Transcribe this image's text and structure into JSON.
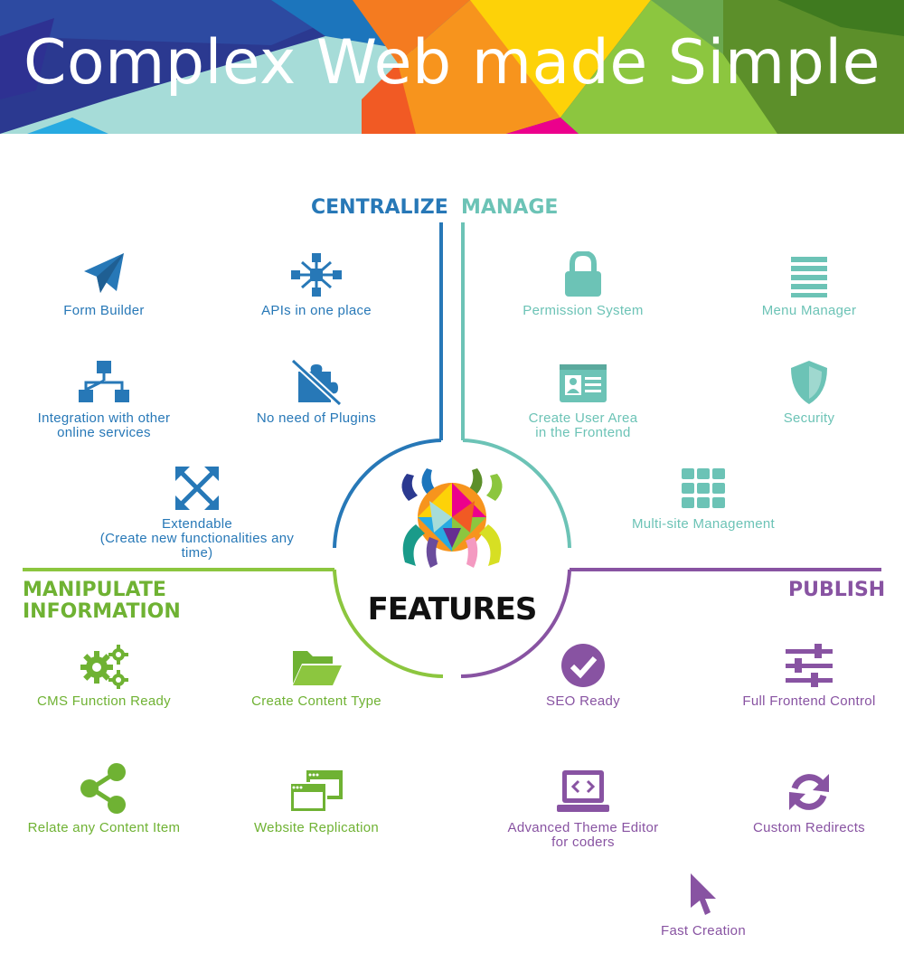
{
  "banner": {
    "title": "Complex Web made Simple"
  },
  "sections": {
    "centralize": "CENTRALIZE",
    "manage": "MANAGE",
    "manipulate": [
      "MANIPULATE",
      "INFORMATION"
    ],
    "publish": "PUBLISH"
  },
  "center": {
    "title": "FEATURES"
  },
  "centralize_items": [
    {
      "icon": "paper-plane-icon",
      "label": [
        "Form Builder"
      ]
    },
    {
      "icon": "network-hub-icon",
      "label": [
        "APIs in one place"
      ]
    },
    {
      "icon": "sitemap-icon",
      "label": [
        "Integration with other",
        "online services"
      ]
    },
    {
      "icon": "no-puzzle-icon",
      "label": [
        "No need of Plugins"
      ]
    },
    {
      "icon": "expand-arrows-icon",
      "label": [
        "Extendable",
        "(Create new functionalities any time)"
      ]
    }
  ],
  "manage_items": [
    {
      "icon": "lock-icon",
      "label": [
        "Permission System"
      ]
    },
    {
      "icon": "menu-bars-icon",
      "label": [
        "Menu Manager"
      ]
    },
    {
      "icon": "id-card-icon",
      "label": [
        "Create User Area",
        "in the Frontend"
      ]
    },
    {
      "icon": "shield-icon",
      "label": [
        "Security"
      ]
    },
    {
      "icon": "grid-icon",
      "label": [
        "Multi-site Management"
      ]
    }
  ],
  "manipulate_items": [
    {
      "icon": "gears-icon",
      "label": [
        "CMS Function Ready"
      ]
    },
    {
      "icon": "folder-open-icon",
      "label": [
        "Create Content Type"
      ]
    },
    {
      "icon": "share-icon",
      "label": [
        "Relate any Content Item"
      ]
    },
    {
      "icon": "windows-icon",
      "label": [
        "Website Replication"
      ]
    }
  ],
  "publish_items": [
    {
      "icon": "check-circle-icon",
      "label": [
        "SEO Ready"
      ]
    },
    {
      "icon": "sliders-icon",
      "label": [
        "Full Frontend Control"
      ]
    },
    {
      "icon": "laptop-code-icon",
      "label": [
        "Advanced Theme Editor",
        "for coders"
      ]
    },
    {
      "icon": "sync-icon",
      "label": [
        "Custom Redirects"
      ]
    },
    {
      "icon": "cursor-icon",
      "label": [
        "Fast Creation"
      ]
    }
  ],
  "colors": {
    "centralize": "#2778b7",
    "manage": "#6cc3b6",
    "manipulate": "#6fb233",
    "publish": "#8853a2",
    "banner_blue": "#2b3990",
    "banner_orange": "#f7941d",
    "banner_yellow": "#fdd208",
    "banner_green": "#8cc63f"
  }
}
